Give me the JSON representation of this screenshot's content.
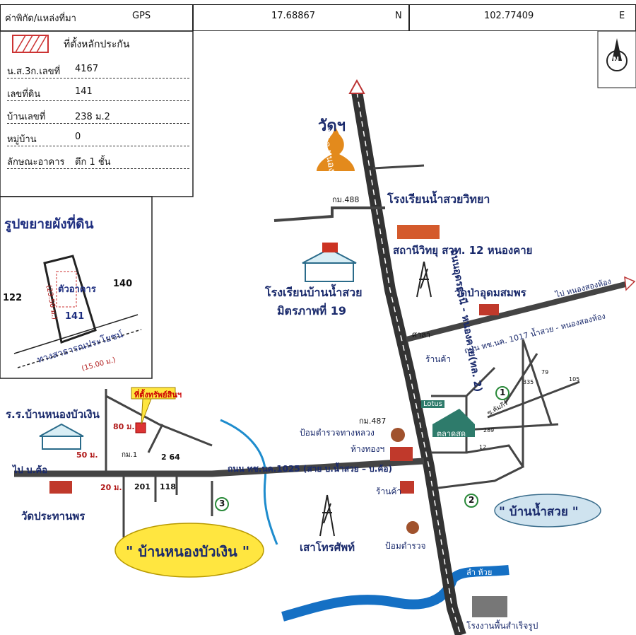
{
  "header": {
    "coord_label": "ค่าพิกัด/แหล่งที่มา",
    "source": "GPS",
    "lat": "17.68867",
    "lat_dir": "N",
    "lon": "102.77409",
    "lon_dir": "E"
  },
  "info": {
    "legend_label": "ที่ตั้งหลักประกัน",
    "rows": [
      {
        "label": "น.ส.3ก.เลขที่",
        "value": "4167"
      },
      {
        "label": "เลขที่ดิน",
        "value": "141"
      },
      {
        "label": "บ้านเลขที่",
        "value": "238 ม.2"
      },
      {
        "label": "หมู่บ้าน",
        "value": "0"
      },
      {
        "label": "ลักษณะอาคาร",
        "value": "ตึก 1 ชั้น"
      }
    ]
  },
  "compass": {
    "letter": "N"
  },
  "plot": {
    "title": "รูปขยายผังที่ดิน",
    "building": "ตัวอาคาร",
    "parcel": "141",
    "left_neighbor": "122",
    "right_neighbor": "140",
    "side_len": "(23.50 ม.)",
    "front_len": "(15.00 ม.)",
    "road": "ทางสาธารณประโยชน์"
  },
  "labels": {
    "temple_top": "วัดฯ",
    "to_nongkhai": "ไป จ.หนองคาย",
    "km488": "กม.488",
    "school_nsw": "โรงเรียนน้ำสวยวิทยา",
    "radio": "สถานีวิทยุ สวท. 12 หนองคาย",
    "school_bns_1": "โรงเรียนบ้านน้ำสวย",
    "school_bns_2": "มิตรภาพที่ 19",
    "wat_udom": "วัดป่าอุดมสมพร",
    "to_nongsonghong": "ไป หนองสองห้อง",
    "road_1017": "ถนน ทช.นค. 1017 น้ำสวย - หนองสองห้อง",
    "highway": "ถนนอุดรธานี - หนองคาย(ทล. 2)",
    "sala": "ศาลา",
    "shop1": "ร้านค้า",
    "lotus": "Lotus",
    "km487": "กม.487",
    "police_box": "ป้อมตำรวจทางหลวง",
    "gold_shop": "ห้างทองฯ",
    "market": "ตลาดสด",
    "shop2": "ร้านค้า",
    "police": "ป้อมตำรวจ",
    "tower": "เสาโทรศัพท์",
    "factory": "โรงงานพื้นสำเร็จรูป",
    "creek_top": "ลำ ห้วย",
    "creek_bottom": "ลำ ห้วย",
    "village_nsw": "\" บ้านน้ำสวย \"",
    "village_nbw": "\" บ้านหนองบัวเงิน \"",
    "school_nbw": "ร.ร.บ้านหนองบัวเงิน",
    "wat_prathan": "วัดประทานพร",
    "to_ko": "ไป บ.ค้อ",
    "road_1025": "ถนน ทช.นค.1025 (สาย บ.น้ำสวย – บ.ค้อ)",
    "asset": "ที่ตั้งทรัพย์สินฯ",
    "d80": "80 ม.",
    "d50": "50 ม.",
    "d20": "20 ม.",
    "km1": "กม.1",
    "h264": "2 64",
    "h201": "201",
    "h118": "118",
    "wat_small": "วัดฯ",
    "num1": "1",
    "num2": "2",
    "num3": "3",
    "h335": "335",
    "h105": "105",
    "h79": "79",
    "h289": "289",
    "h12": "12",
    "soi": "ซ.คัมภีร์"
  }
}
